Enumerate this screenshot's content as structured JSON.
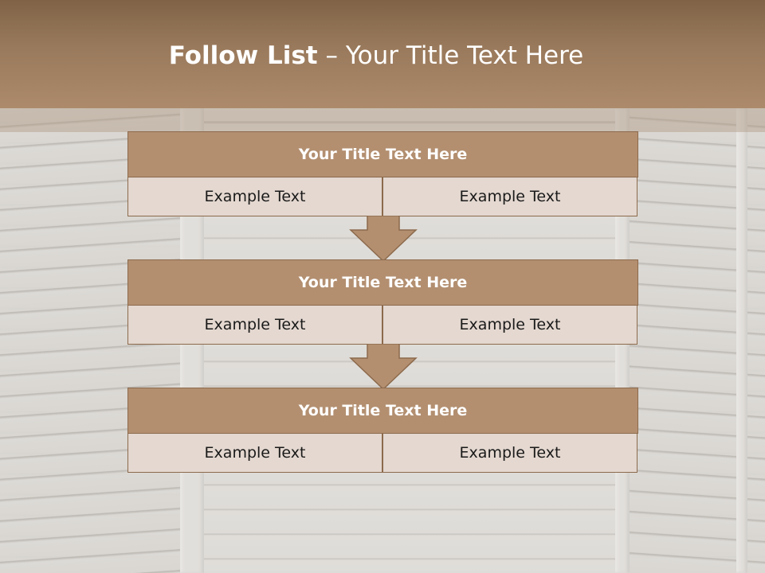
{
  "slide": {
    "title_bold": "Follow List",
    "title_rest": " – Your Title Text Here"
  },
  "steps": [
    {
      "title": "Your Title Text Here",
      "left": "Example Text",
      "right": "Example Text"
    },
    {
      "title": "Your Title Text Here",
      "left": "Example Text",
      "right": "Example Text"
    },
    {
      "title": "Your Title Text Here",
      "left": "Example Text",
      "right": "Example Text"
    }
  ],
  "colors": {
    "header": "#9a7a5c",
    "box_title": "#b38f70",
    "box_cell": "#e4d8d0",
    "arrow": "#b38f70",
    "border": "#8c6a4c"
  },
  "icons": {
    "connector": "down-arrow-icon"
  }
}
